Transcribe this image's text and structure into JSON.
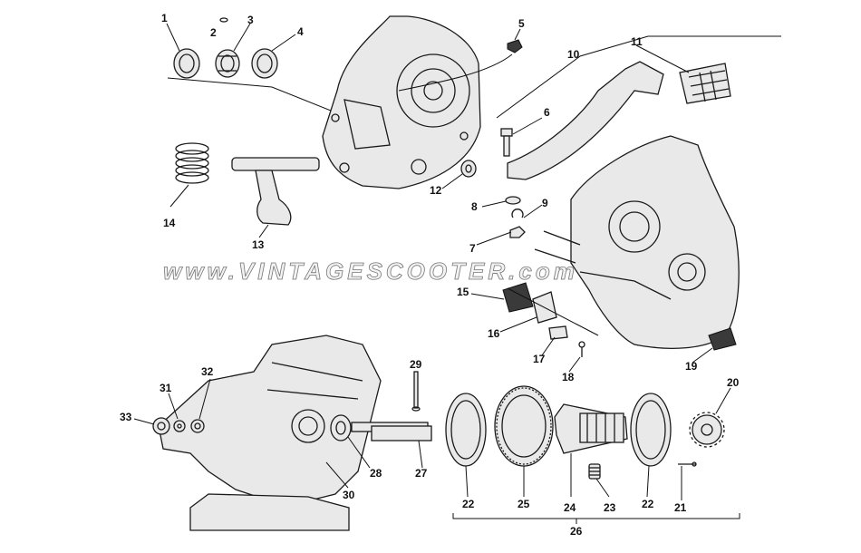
{
  "watermark": "www.VINTAGESCOOTER.com",
  "callouts": [
    "1",
    "2",
    "3",
    "4",
    "5",
    "6",
    "7",
    "8",
    "9",
    "10",
    "11",
    "12",
    "13",
    "14",
    "15",
    "16",
    "17",
    "18",
    "19",
    "20",
    "21",
    "22",
    "22",
    "23",
    "24",
    "25",
    "26",
    "27",
    "28",
    "29",
    "30",
    "31",
    "32",
    "33"
  ]
}
